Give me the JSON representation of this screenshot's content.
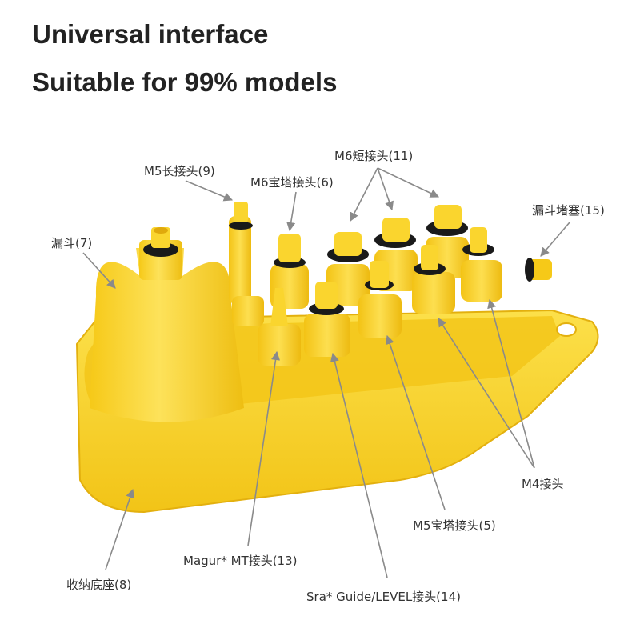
{
  "headline": {
    "line1": "Universal interface",
    "line2": "Suitable for 99% models"
  },
  "labels": {
    "m5_long": "M5长接头(9)",
    "m6_pagoda": "M6宝塔接头(6)",
    "m6_short": "M6短接头(11)",
    "funnel_plug": "漏斗堵塞(15)",
    "funnel": "漏斗(7)",
    "m4": "M4接头",
    "m5_pagoda": "M5宝塔接头(5)",
    "magura": "Magur* MT接头(13)",
    "storage_base": "收纳底座(8)",
    "sram": "Sra* Guide/LEVEL接头(14)"
  },
  "colors": {
    "plastic": "#F9D31C",
    "plastic_shadow": "#E8B60E",
    "oring": "#1a1a1a",
    "leader": "#8a8a8a",
    "text": "#333333",
    "headline": "#222222"
  }
}
